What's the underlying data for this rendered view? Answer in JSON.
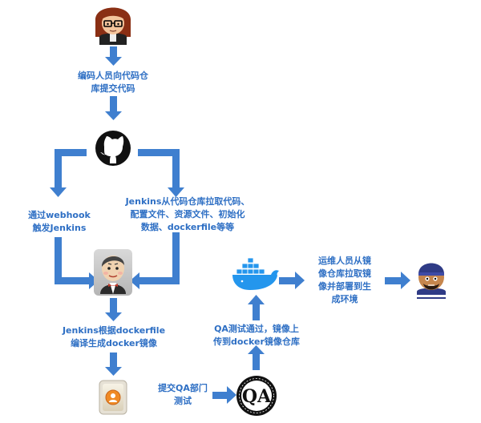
{
  "colors": {
    "arrow": "#3f7fcf",
    "label": "#2e6fc4",
    "docker": "#2496ed",
    "github": "#111111"
  },
  "icons": {
    "developer": "developer-avatar-icon",
    "github": "github-octocat-icon",
    "jenkins": "jenkins-butler-icon",
    "docker": "docker-whale-icon",
    "qa_request": "qa-submit-icon",
    "qa_logo": "qa-logo-icon",
    "ops": "ops-engineer-avatar-icon"
  },
  "labels": {
    "developer_push": [
      "编码人员向代码仓",
      "库提交代码"
    ],
    "webhook": [
      "通过webhook",
      "触发Jenkins"
    ],
    "jenkins_pull": [
      "Jenkins从代码仓库拉取代码、",
      "配置文件、资源文件、初始化",
      "数据、dockerfile等等"
    ],
    "build_image": [
      "Jenkins根据dockerfile",
      "编译生成docker镜像"
    ],
    "submit_qa": [
      "提交QA部门",
      "测试"
    ],
    "qa_pass": [
      "QA测试通过，镜像上",
      "传到docker镜像仓库"
    ],
    "ops_deploy": [
      "运维人员从镜",
      "像仓库拉取镜",
      "像并部署到生",
      "成环境"
    ],
    "qa_logo_text": "QA"
  }
}
